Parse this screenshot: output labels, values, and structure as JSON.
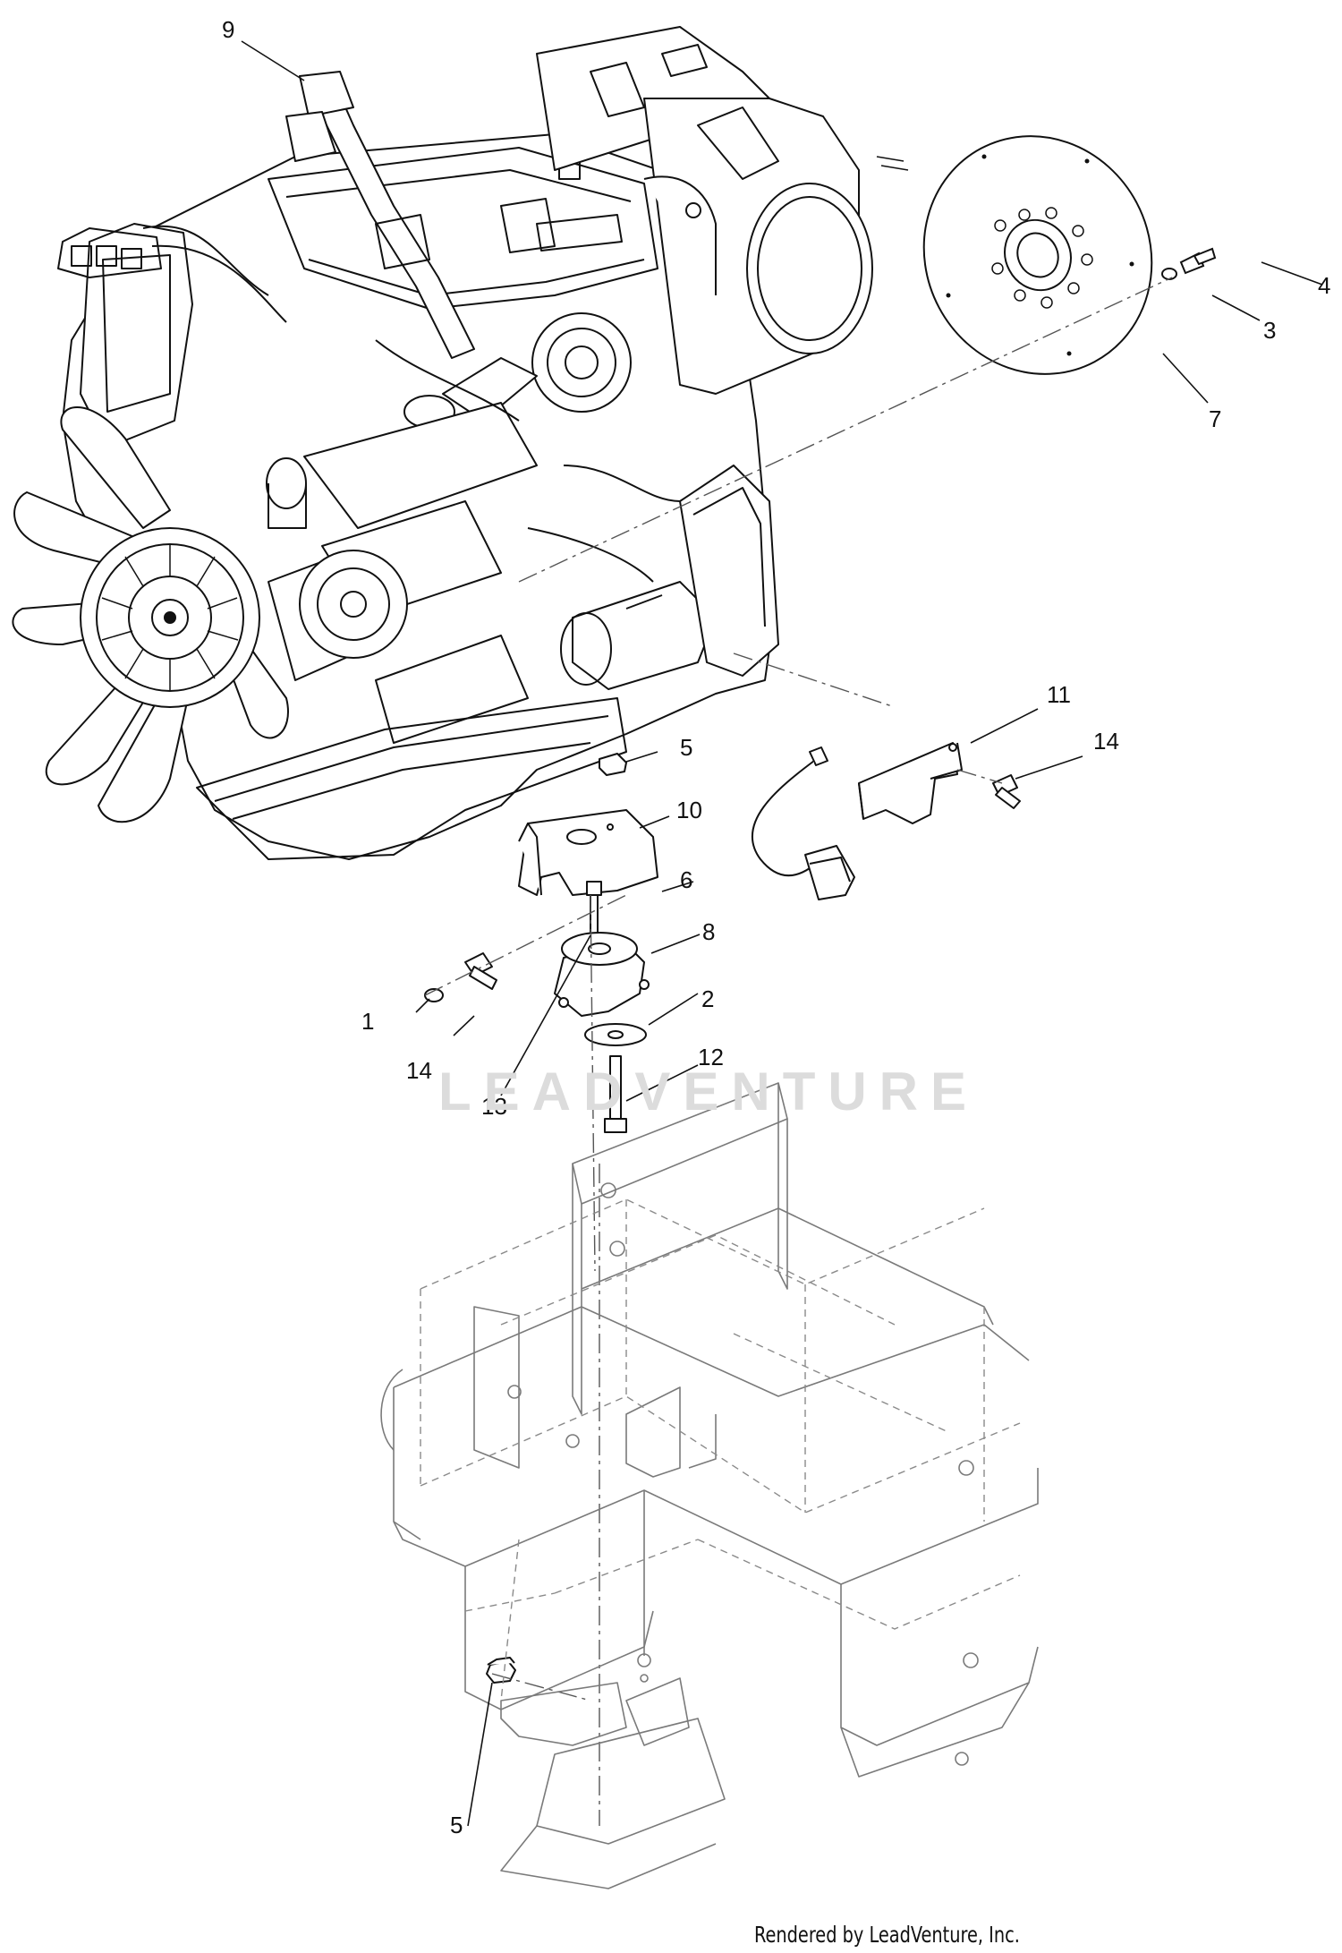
{
  "callouts": [
    {
      "id": "c9",
      "label": "9"
    },
    {
      "id": "c4",
      "label": "4"
    },
    {
      "id": "c3",
      "label": "3"
    },
    {
      "id": "c7",
      "label": "7"
    },
    {
      "id": "c11",
      "label": "11"
    },
    {
      "id": "c14a",
      "label": "14"
    },
    {
      "id": "c5a",
      "label": "5"
    },
    {
      "id": "c10",
      "label": "10"
    },
    {
      "id": "c6",
      "label": "6"
    },
    {
      "id": "c8",
      "label": "8"
    },
    {
      "id": "c2",
      "label": "2"
    },
    {
      "id": "c1",
      "label": "1"
    },
    {
      "id": "c14b",
      "label": "14"
    },
    {
      "id": "c12",
      "label": "12"
    },
    {
      "id": "c13",
      "label": "13"
    },
    {
      "id": "c5b",
      "label": "5"
    }
  ],
  "watermark": "LEADVENTURE",
  "credit": "Rendered by LeadVenture, Inc.",
  "colors": {
    "line": "#111111",
    "frame_line": "#777777",
    "watermark": "#dcdcdc"
  }
}
